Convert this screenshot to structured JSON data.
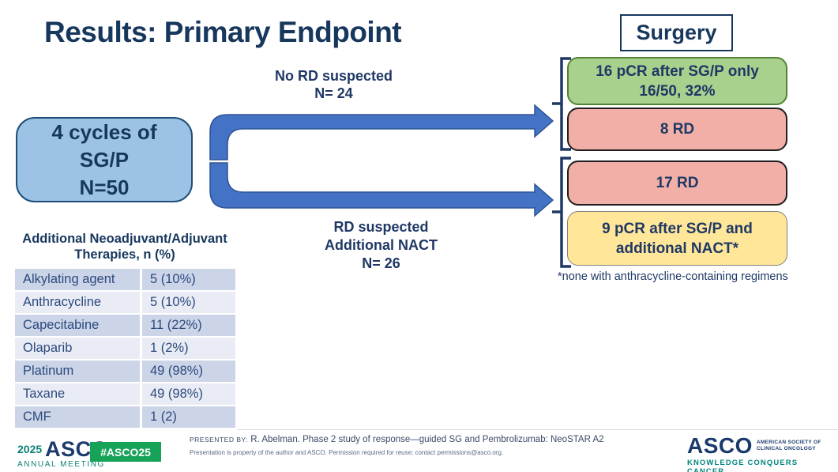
{
  "title": "Results: Primary Endpoint",
  "surgery_label": "Surgery",
  "flow": {
    "source_box": {
      "line1": "4 cycles of",
      "line2": "SG/P",
      "line3": "N=50"
    },
    "top_path_label": {
      "line1": "No RD suspected",
      "line2": "N= 24"
    },
    "bottom_path_label": {
      "line1": "RD suspected",
      "line2": "Additional NACT",
      "line3": "N= 26"
    },
    "outcome_boxes": [
      {
        "id": "pcr-after-sgp-only",
        "line1": "16 pCR after SG/P only",
        "line2": "16/50, 32%"
      },
      {
        "id": "rd-8",
        "line1": "8 RD"
      },
      {
        "id": "rd-17",
        "line1": "17 RD"
      },
      {
        "id": "pcr-after-additional-nact",
        "line1": "9 pCR after SG/P and",
        "line2": "additional NACT*"
      }
    ],
    "footnote": "*none with anthracycline-containing regimens"
  },
  "table": {
    "header_line1": "Additional Neoadjuvant/Adjuvant",
    "header_line2": "Therapies, n (%)",
    "rows": [
      {
        "therapy": "Alkylating agent",
        "value": "5 (10%)"
      },
      {
        "therapy": "Anthracycline",
        "value": "5 (10%)"
      },
      {
        "therapy": "Capecitabine",
        "value": "11 (22%)"
      },
      {
        "therapy": "Olaparib",
        "value": "1 (2%)"
      },
      {
        "therapy": "Platinum",
        "value": "49 (98%)"
      },
      {
        "therapy": "Taxane",
        "value": "49 (98%)"
      },
      {
        "therapy": "CMF",
        "value": "1 (2)"
      }
    ]
  },
  "footer": {
    "year": "2025",
    "asco": "ASCO",
    "annual_meeting": "ANNUAL MEETING",
    "hashtag": "#ASCO25",
    "presented_by_label": "PRESENTED BY:",
    "presented_by": "R. Abelman. Phase 2 study of response—guided SG and Pembrolizumab: NeoSTAR A2",
    "copyright": "Presentation is property of the author and ASCO. Permission required for reuse; contact permissions@asco.org.",
    "asco_right": "ASCO",
    "society_line1": "AMERICAN SOCIETY OF",
    "society_line2": "CLINICAL ONCOLOGY",
    "tagline": "KNOWLEDGE CONQUERS CANCER"
  },
  "colors": {
    "navy_text": "#1f3864",
    "arrow_blue": "#4472c4",
    "source_box_fill": "#9cc3e5",
    "green_fill": "#a9d18e",
    "pink_fill": "#f1afa7",
    "yellow_fill": "#ffe699",
    "table_row_dark": "#ccd4e8",
    "table_row_light": "#eaecf5",
    "teal": "#0d8376",
    "badge_green": "#16a357"
  }
}
